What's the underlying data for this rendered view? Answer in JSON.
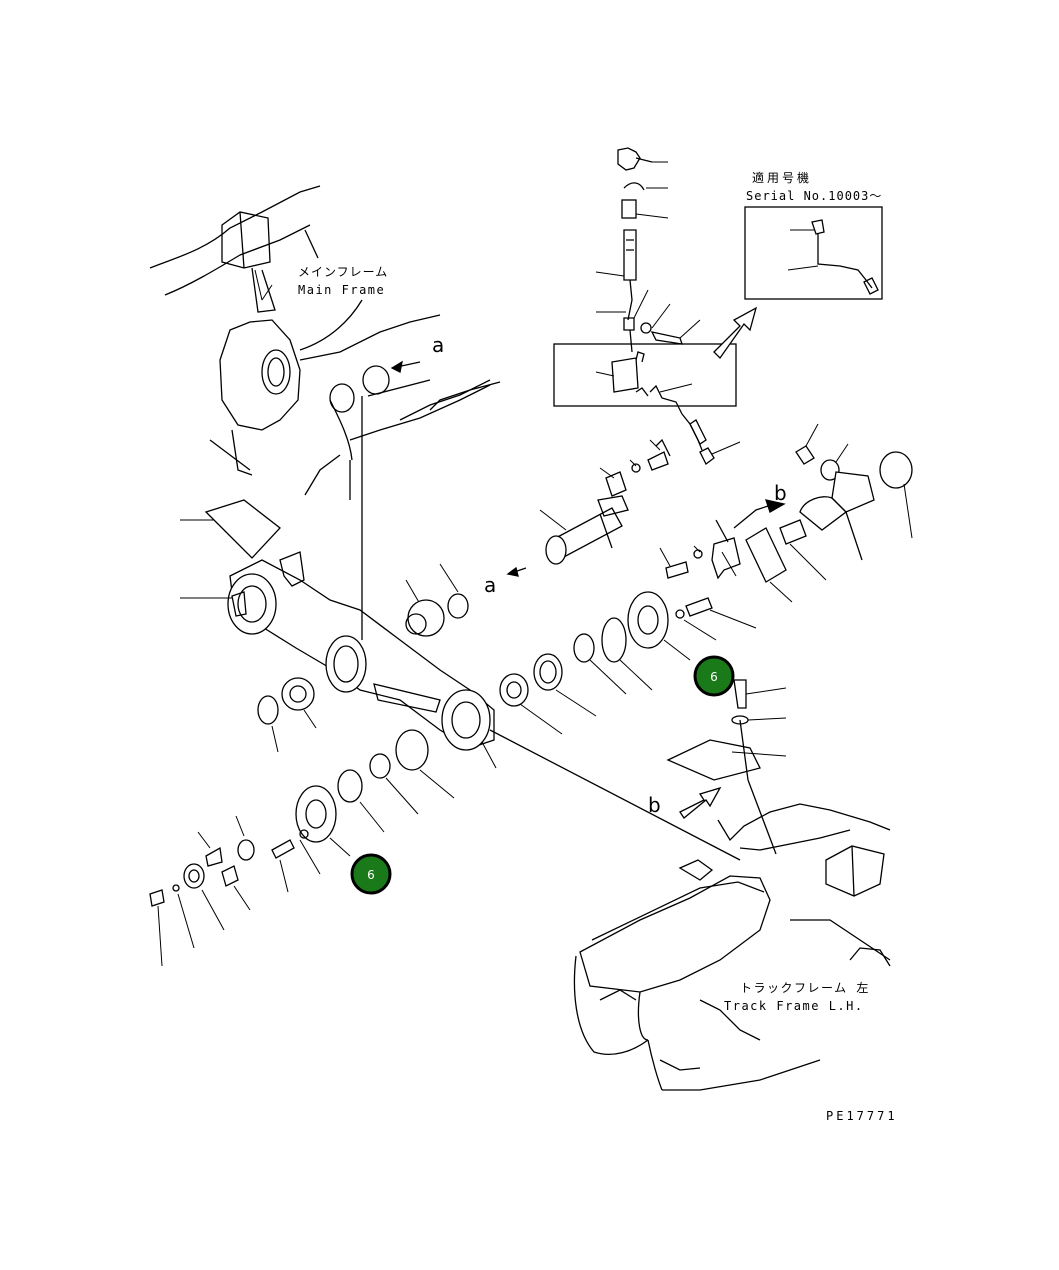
{
  "labels": {
    "main_frame_jp": "メインフレーム",
    "main_frame_en": "Main Frame",
    "serial_jp": "適用号機",
    "serial_en": "Serial No.10003～",
    "track_frame_jp": "トラックフレーム 左",
    "track_frame_en": "Track Frame L.H.",
    "drawing_number": "PE17771"
  },
  "view_refs": {
    "a_top": "a",
    "a_mid": "a",
    "b_top": "b",
    "b_bottom": "b"
  },
  "callouts": [
    {
      "number": "6",
      "color": "#1a7a1a"
    },
    {
      "number": "6",
      "color": "#1a7a1a"
    }
  ]
}
